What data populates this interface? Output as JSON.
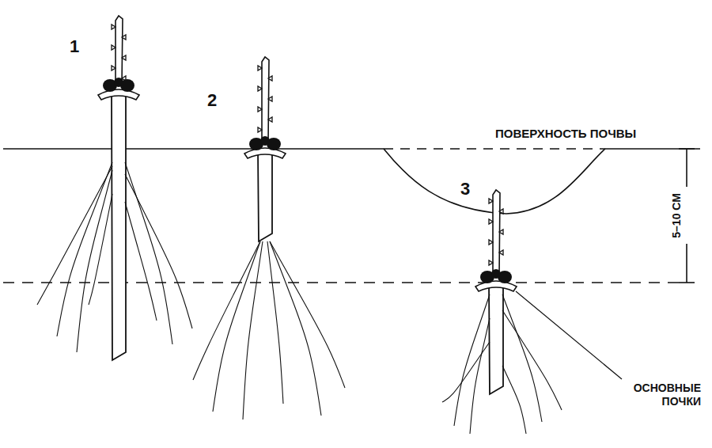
{
  "diagram": {
    "labels": [
      "1",
      "2",
      "3",
      "ПОВЕРХНОСТЬ ПОЧВЫ",
      "5–10 СМ",
      "ОСНОВНЫЕ ПОЧКИ"
    ]
  }
}
